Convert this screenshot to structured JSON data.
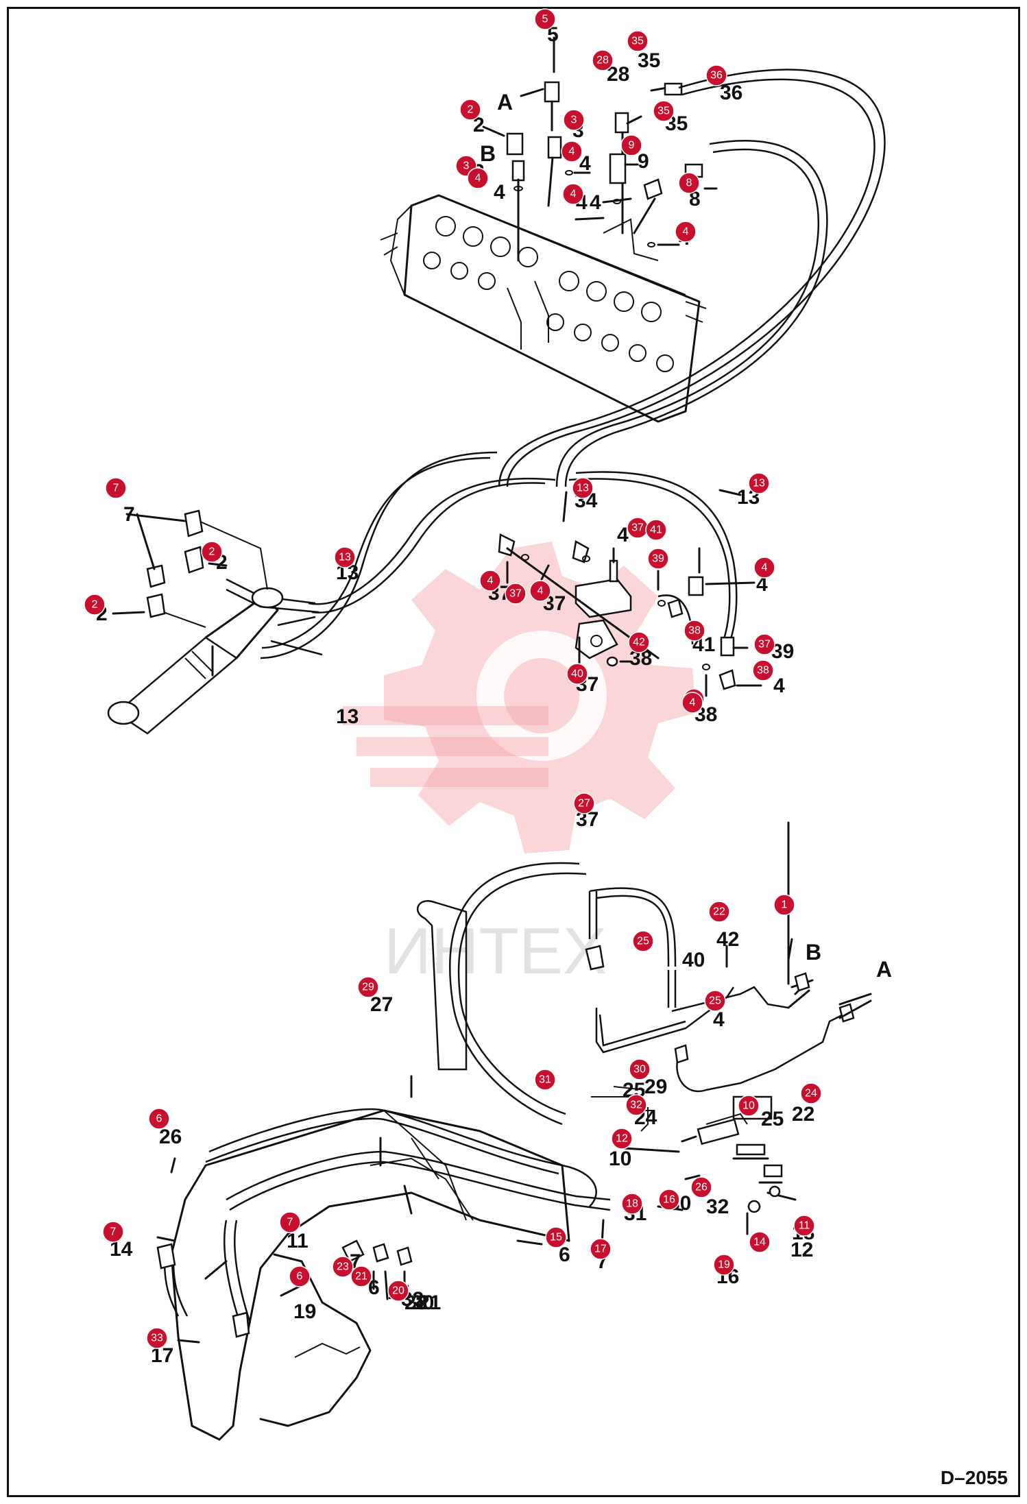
{
  "drawing_ref": "D–2055",
  "watermark": "ИНТЕХ",
  "colors": {
    "badge": "#c8102e",
    "line": "#111111",
    "watermark": "#f4a3a8"
  },
  "letters": [
    {
      "text": "A"
    },
    {
      "text": "B"
    },
    {
      "text": "B"
    },
    {
      "text": "A"
    }
  ],
  "labels": [
    {
      "text": "5"
    },
    {
      "text": "2"
    },
    {
      "text": "3"
    },
    {
      "text": "4"
    },
    {
      "text": "4"
    },
    {
      "text": "28"
    },
    {
      "text": "35"
    },
    {
      "text": "35"
    },
    {
      "text": "36"
    },
    {
      "text": "9"
    },
    {
      "text": "4"
    },
    {
      "text": "4"
    },
    {
      "text": "8"
    },
    {
      "text": "4"
    },
    {
      "text": "3"
    },
    {
      "text": "7"
    },
    {
      "text": "2"
    },
    {
      "text": "2"
    },
    {
      "text": "13"
    },
    {
      "text": "13"
    },
    {
      "text": "13"
    },
    {
      "text": "34"
    },
    {
      "text": "37"
    },
    {
      "text": "37"
    },
    {
      "text": "4"
    },
    {
      "text": "4"
    },
    {
      "text": "41"
    },
    {
      "text": "39"
    },
    {
      "text": "4"
    },
    {
      "text": "38"
    },
    {
      "text": "37"
    },
    {
      "text": "38"
    },
    {
      "text": "37"
    },
    {
      "text": "42"
    },
    {
      "text": "40"
    },
    {
      "text": "4"
    },
    {
      "text": "27"
    },
    {
      "text": "22"
    },
    {
      "text": "25"
    },
    {
      "text": "25"
    },
    {
      "text": "29"
    },
    {
      "text": "24"
    },
    {
      "text": "10"
    },
    {
      "text": "31"
    },
    {
      "text": "30"
    },
    {
      "text": "32"
    },
    {
      "text": "12"
    },
    {
      "text": "18"
    },
    {
      "text": "16"
    },
    {
      "text": "26"
    },
    {
      "text": "14"
    },
    {
      "text": "11"
    },
    {
      "text": "19"
    },
    {
      "text": "6"
    },
    {
      "text": "7"
    },
    {
      "text": "7"
    },
    {
      "text": "6"
    },
    {
      "text": "15"
    },
    {
      "text": "17"
    },
    {
      "text": "23"
    },
    {
      "text": "21"
    },
    {
      "text": "20"
    },
    {
      "text": "33"
    }
  ],
  "badges": [
    {
      "n": "5"
    },
    {
      "n": "35"
    },
    {
      "n": "28"
    },
    {
      "n": "36"
    },
    {
      "n": "2"
    },
    {
      "n": "3"
    },
    {
      "n": "35"
    },
    {
      "n": "4"
    },
    {
      "n": "9"
    },
    {
      "n": "3"
    },
    {
      "n": "4"
    },
    {
      "n": "4"
    },
    {
      "n": "8"
    },
    {
      "n": "4"
    },
    {
      "n": "7"
    },
    {
      "n": "2"
    },
    {
      "n": "2"
    },
    {
      "n": "13"
    },
    {
      "n": "13"
    },
    {
      "n": "13"
    },
    {
      "n": "37"
    },
    {
      "n": "41"
    },
    {
      "n": "39"
    },
    {
      "n": "4"
    },
    {
      "n": "37"
    },
    {
      "n": "4"
    },
    {
      "n": "4"
    },
    {
      "n": "38"
    },
    {
      "n": "37"
    },
    {
      "n": "38"
    },
    {
      "n": "42"
    },
    {
      "n": "37"
    },
    {
      "n": "40"
    },
    {
      "n": "4"
    },
    {
      "n": "27"
    },
    {
      "n": "22"
    },
    {
      "n": "1"
    },
    {
      "n": "25"
    },
    {
      "n": "29"
    },
    {
      "n": "25"
    },
    {
      "n": "31"
    },
    {
      "n": "30"
    },
    {
      "n": "32"
    },
    {
      "n": "24"
    },
    {
      "n": "10"
    },
    {
      "n": "12"
    },
    {
      "n": "6"
    },
    {
      "n": "26"
    },
    {
      "n": "18"
    },
    {
      "n": "16"
    },
    {
      "n": "7"
    },
    {
      "n": "7"
    },
    {
      "n": "11"
    },
    {
      "n": "15"
    },
    {
      "n": "17"
    },
    {
      "n": "14"
    },
    {
      "n": "6"
    },
    {
      "n": "23"
    },
    {
      "n": "21"
    },
    {
      "n": "20"
    },
    {
      "n": "19"
    },
    {
      "n": "33"
    }
  ]
}
